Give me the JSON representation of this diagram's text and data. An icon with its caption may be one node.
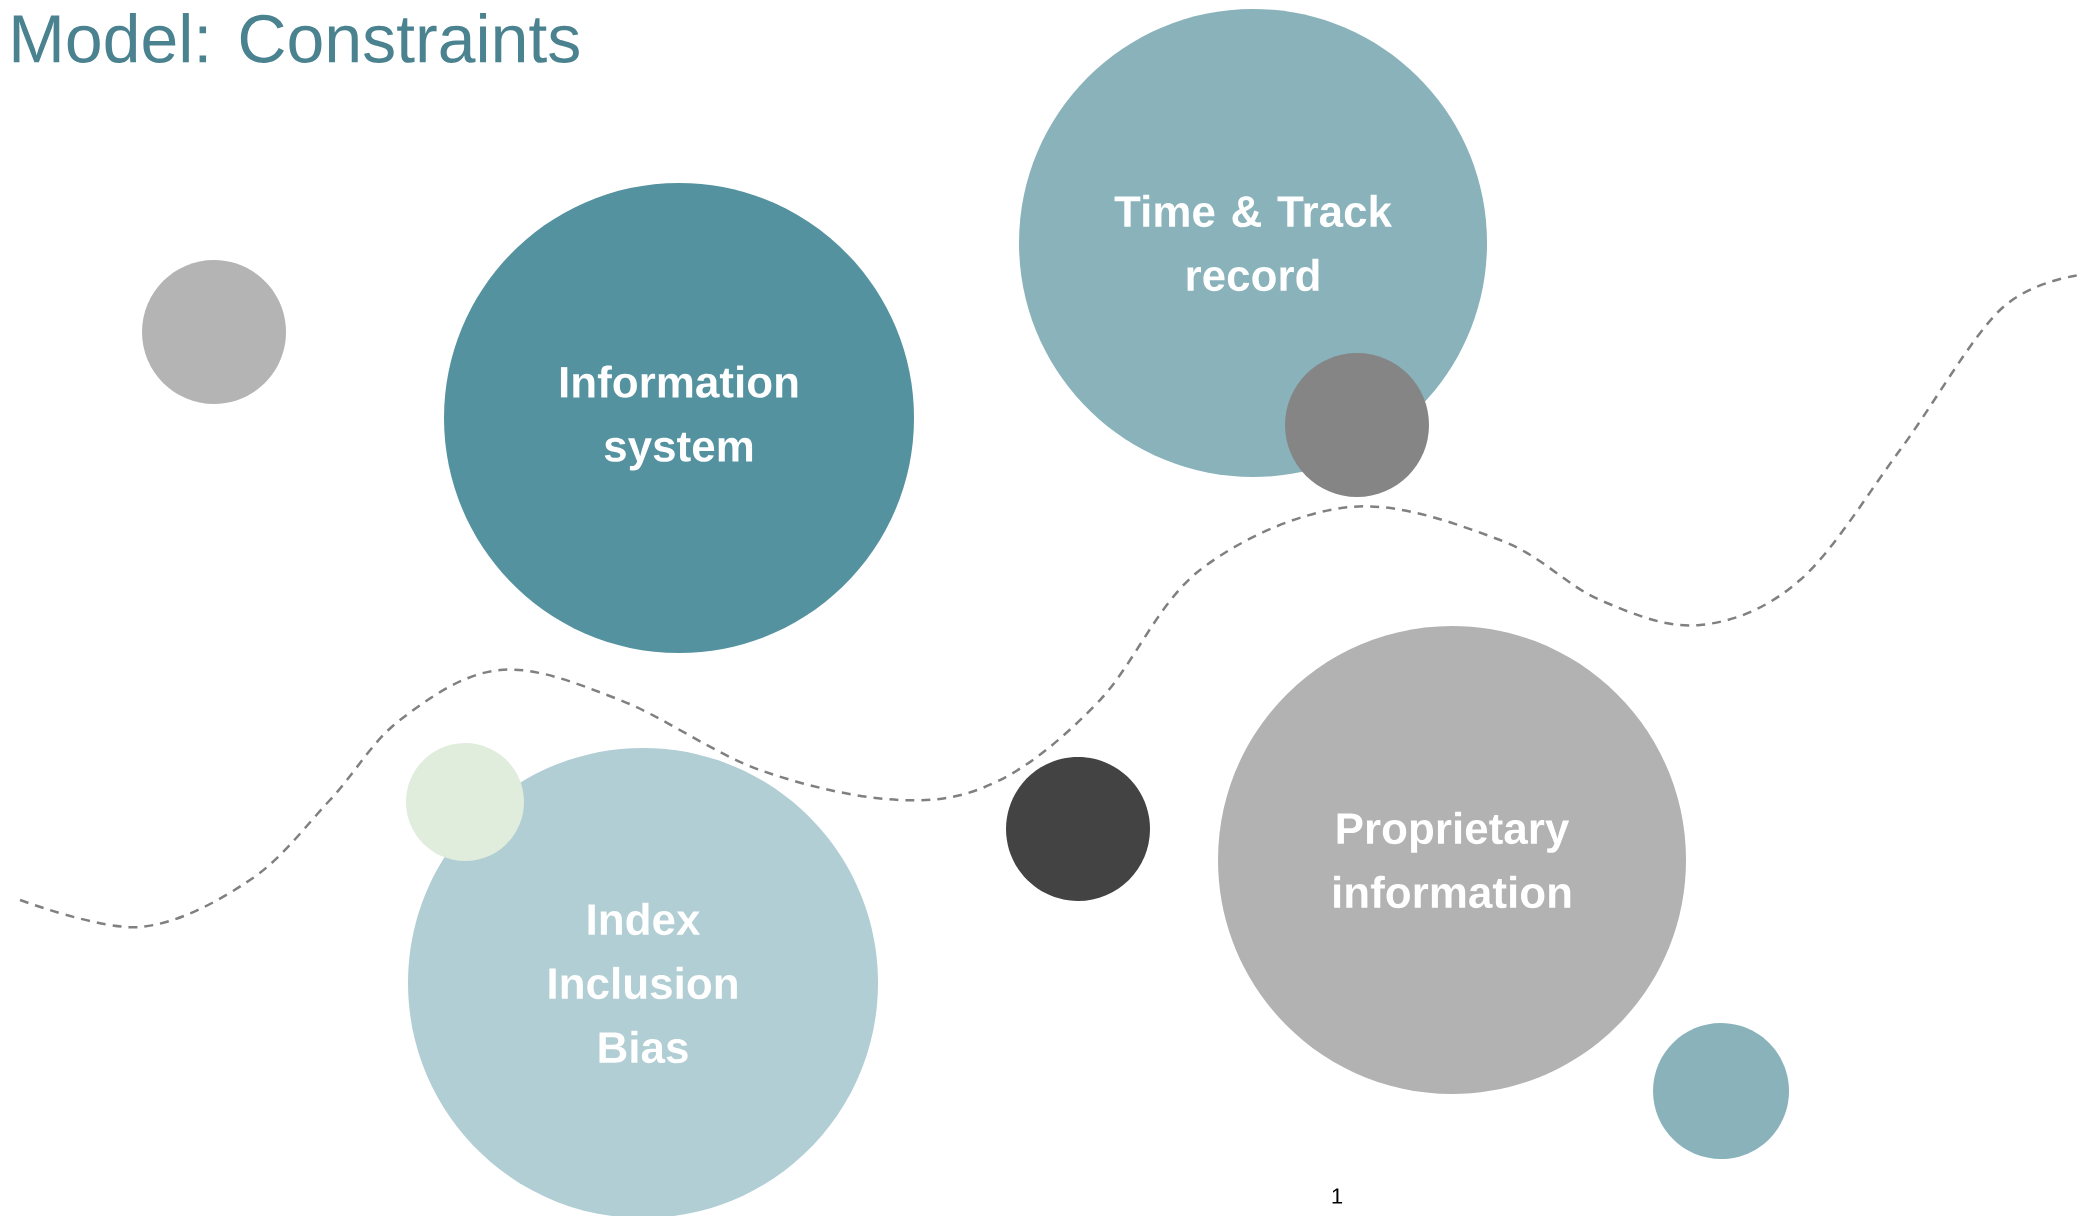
{
  "diagram": {
    "title": "Model: Constraints",
    "nodes": [
      {
        "text": [
          "Time & Track record"
        ]
      },
      {
        "text": [
          "Information system"
        ]
      },
      {
        "text": [
          "Proprietary information"
        ]
      },
      {
        "text": [
          "Index Inclusion Bias"
        ]
      },
      {
        "text": [],
        "shape": "circle"
      },
      {
        "text": [],
        "shape": "circle"
      },
      {
        "text": [],
        "shape": "circle"
      },
      {
        "text": [],
        "shape": "circle"
      },
      {
        "text": [],
        "shape": "circle"
      }
    ],
    "labels": [
      "1"
    ]
  }
}
